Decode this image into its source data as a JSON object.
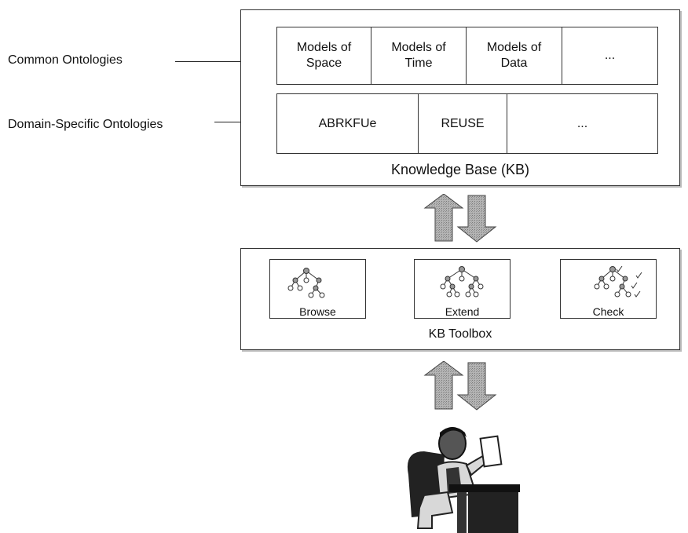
{
  "labels": {
    "common": "Common Ontologies",
    "domain": "Domain-Specific Ontologies"
  },
  "kb": {
    "caption": "Knowledge Base (KB)",
    "common_row": [
      "Models of\nSpace",
      "Models of\nTime",
      "Models of\nData",
      "..."
    ],
    "domain_row": [
      "ABRKFUe",
      "REUSE",
      "..."
    ]
  },
  "toolbox": {
    "caption": "KB Toolbox",
    "tools": [
      {
        "label": "Browse",
        "icon": "tree-browse-icon"
      },
      {
        "label": "Extend",
        "icon": "tree-extend-icon"
      },
      {
        "label": "Check",
        "icon": "tree-check-icon"
      }
    ]
  },
  "colors": {
    "arrow_fill": "#a9a9a9",
    "border": "#333333"
  },
  "user_icon": "person-at-desk-icon"
}
